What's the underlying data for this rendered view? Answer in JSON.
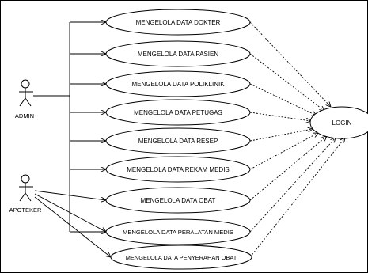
{
  "actors": {
    "admin": {
      "label": "ADMIN"
    },
    "apoteker": {
      "label": "APOTEKER"
    }
  },
  "login": {
    "label": "LOGIN"
  },
  "use_cases": [
    {
      "id": "dokter",
      "label": "MENGELOLA DATA DOKTER"
    },
    {
      "id": "pasien",
      "label": "MENGELOLA DATA PASIEN"
    },
    {
      "id": "poliklinik",
      "label": "MENGELOLA DATA POLIKLINIK"
    },
    {
      "id": "petugas",
      "label": "MENGELOLA DATA PETUGAS"
    },
    {
      "id": "resep",
      "label": "MENGELOLA DATA RESEP"
    },
    {
      "id": "rekam-medis",
      "label": "MENGELOLA DATA REKAM MEDIS"
    },
    {
      "id": "obat",
      "label": "MENGELOLA DATA OBAT"
    },
    {
      "id": "peralatan-medis",
      "label": "MENGELOLA DATA PERALATAN MEDIS"
    },
    {
      "id": "penyerahan-obat",
      "label": "MENGELOLA DATA PENYERAHAN OBAT"
    }
  ],
  "colors": {
    "line": "#000000",
    "fill": "#ffffff",
    "border": "#000000"
  }
}
